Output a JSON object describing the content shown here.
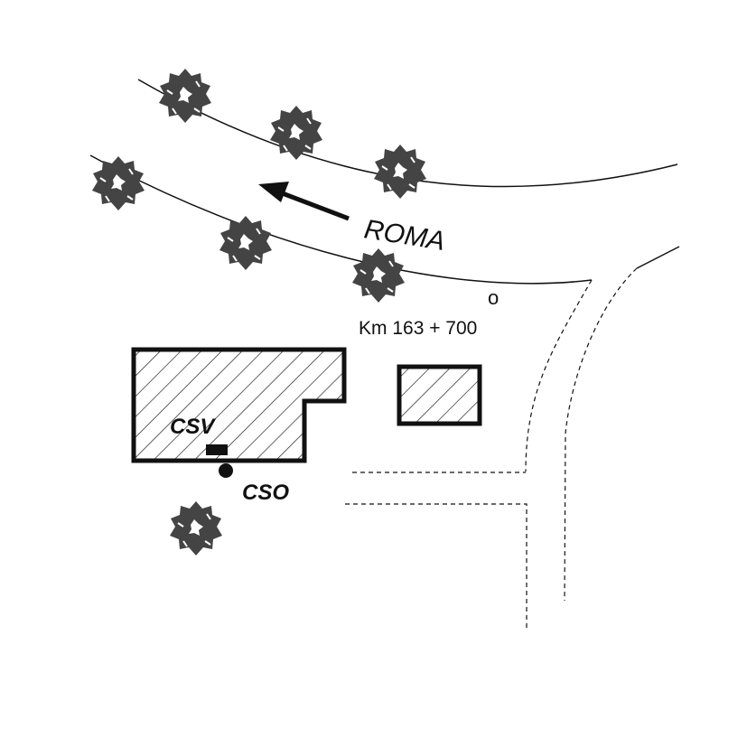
{
  "map": {
    "direction_label": "ROMA",
    "milestone_marker": "o",
    "milestone_label": "Km 163 + 700",
    "point_labels": {
      "csv": "CSV",
      "cso": "CSO"
    }
  },
  "colors": {
    "line": "#111111",
    "tree": "#444444",
    "background": "#ffffff"
  },
  "icons": {
    "tree": "tree-icon",
    "arrow": "direction-arrow-icon"
  }
}
